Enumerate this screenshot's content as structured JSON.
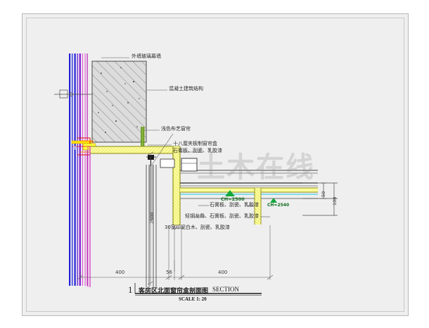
{
  "drawing": {
    "watermark": "土木在线",
    "title_cn": "客房区北面窗帘盒剖面图",
    "title_en": "SECTION",
    "title_scale": "SCALE 1: 20",
    "detail_number": "1"
  },
  "annotations": {
    "exterior_wall": "外墙玻璃幕墙",
    "concrete_structure": "混凝土建筑结构",
    "curtain_fabric": "浅色布艺窗帘",
    "curtain_box": "十八厘夹板制窗帘盒",
    "curtain_box_finish": "石膏板、刮瓷、乳胶漆",
    "ceiling_finish": "石膏板、刮瓷、乳胶漆",
    "ceiling_assembly": "轻钢龙骨、石膏板、刮瓷、乳胶漆",
    "trim_detail": "30宽印泥白木、刮瓷、乳胶漆"
  },
  "dimensions": {
    "left_span": "400",
    "mid_span": "56",
    "right_span": "400",
    "vertical_height": "2500",
    "right_small": "50",
    "right_large": "100"
  },
  "elevation": {
    "ceiling_tag": "CH=2500",
    "ceiling_tag_2": "CH=2540"
  },
  "colors": {
    "wall_blue": "#2020d8",
    "wall_purple": "#7a2fd0",
    "wall_magenta": "#d828c8",
    "olive": "#9a9a10",
    "yellow_fill": "#ffff9a",
    "green": "#12a83a",
    "red": "#e01010",
    "cyan": "#18c8d8",
    "sheet_bg": "#efefef"
  }
}
